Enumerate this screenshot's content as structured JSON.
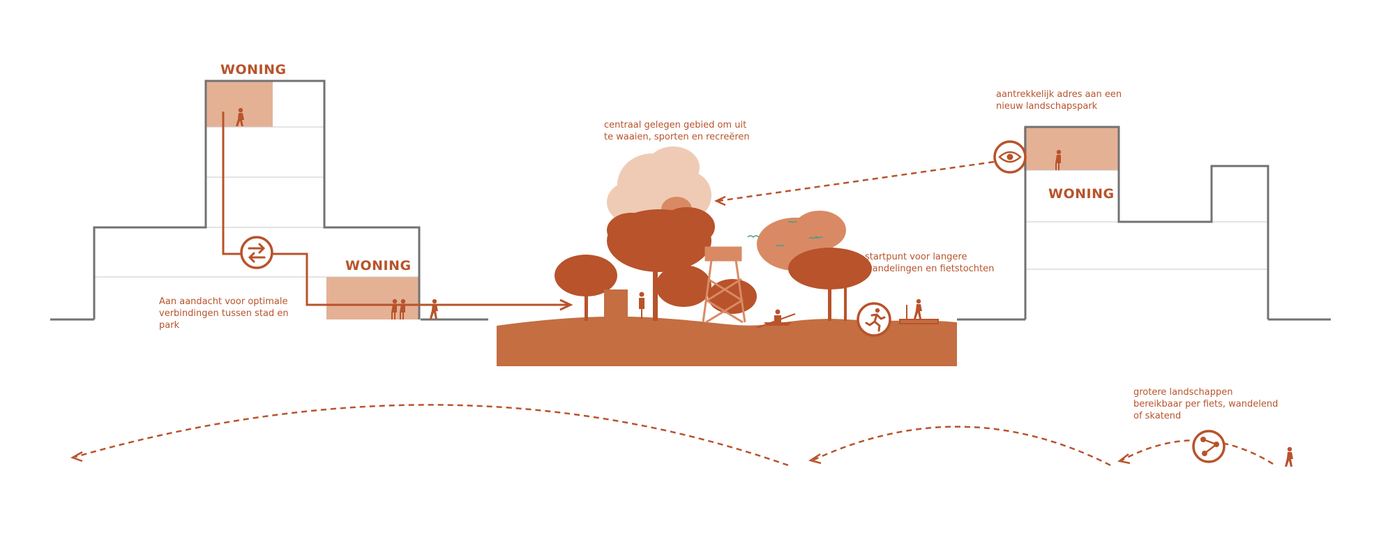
{
  "labels": {
    "woning": "WONING",
    "verbindingen": "Aan aandacht voor optimale\nverbindingen tussen stad en\npark",
    "centraal": "centraal gelegen gebied om uit\nte waaien, sporten en recreëren",
    "startpunt": "startpunt voor langere\nwandelingen en fietstochten",
    "adres": "aantrekkelijk adres aan een\nnieuw landschapspark",
    "landschappen": "grotere landschappen\nbereikbaar per fiets, wandelend\nof skatend"
  },
  "icons": [
    "swap-arrows-icon",
    "eye-icon",
    "runner-icon",
    "share-network-icon",
    "walking-person-icon",
    "bird-icon"
  ],
  "colors": {
    "accent": "#b8532b",
    "terrain": "#c46e42",
    "highlight": "#e4b195",
    "building": "#727272",
    "tree_light": "#efcbb5",
    "tree_mid": "#d98a64"
  }
}
